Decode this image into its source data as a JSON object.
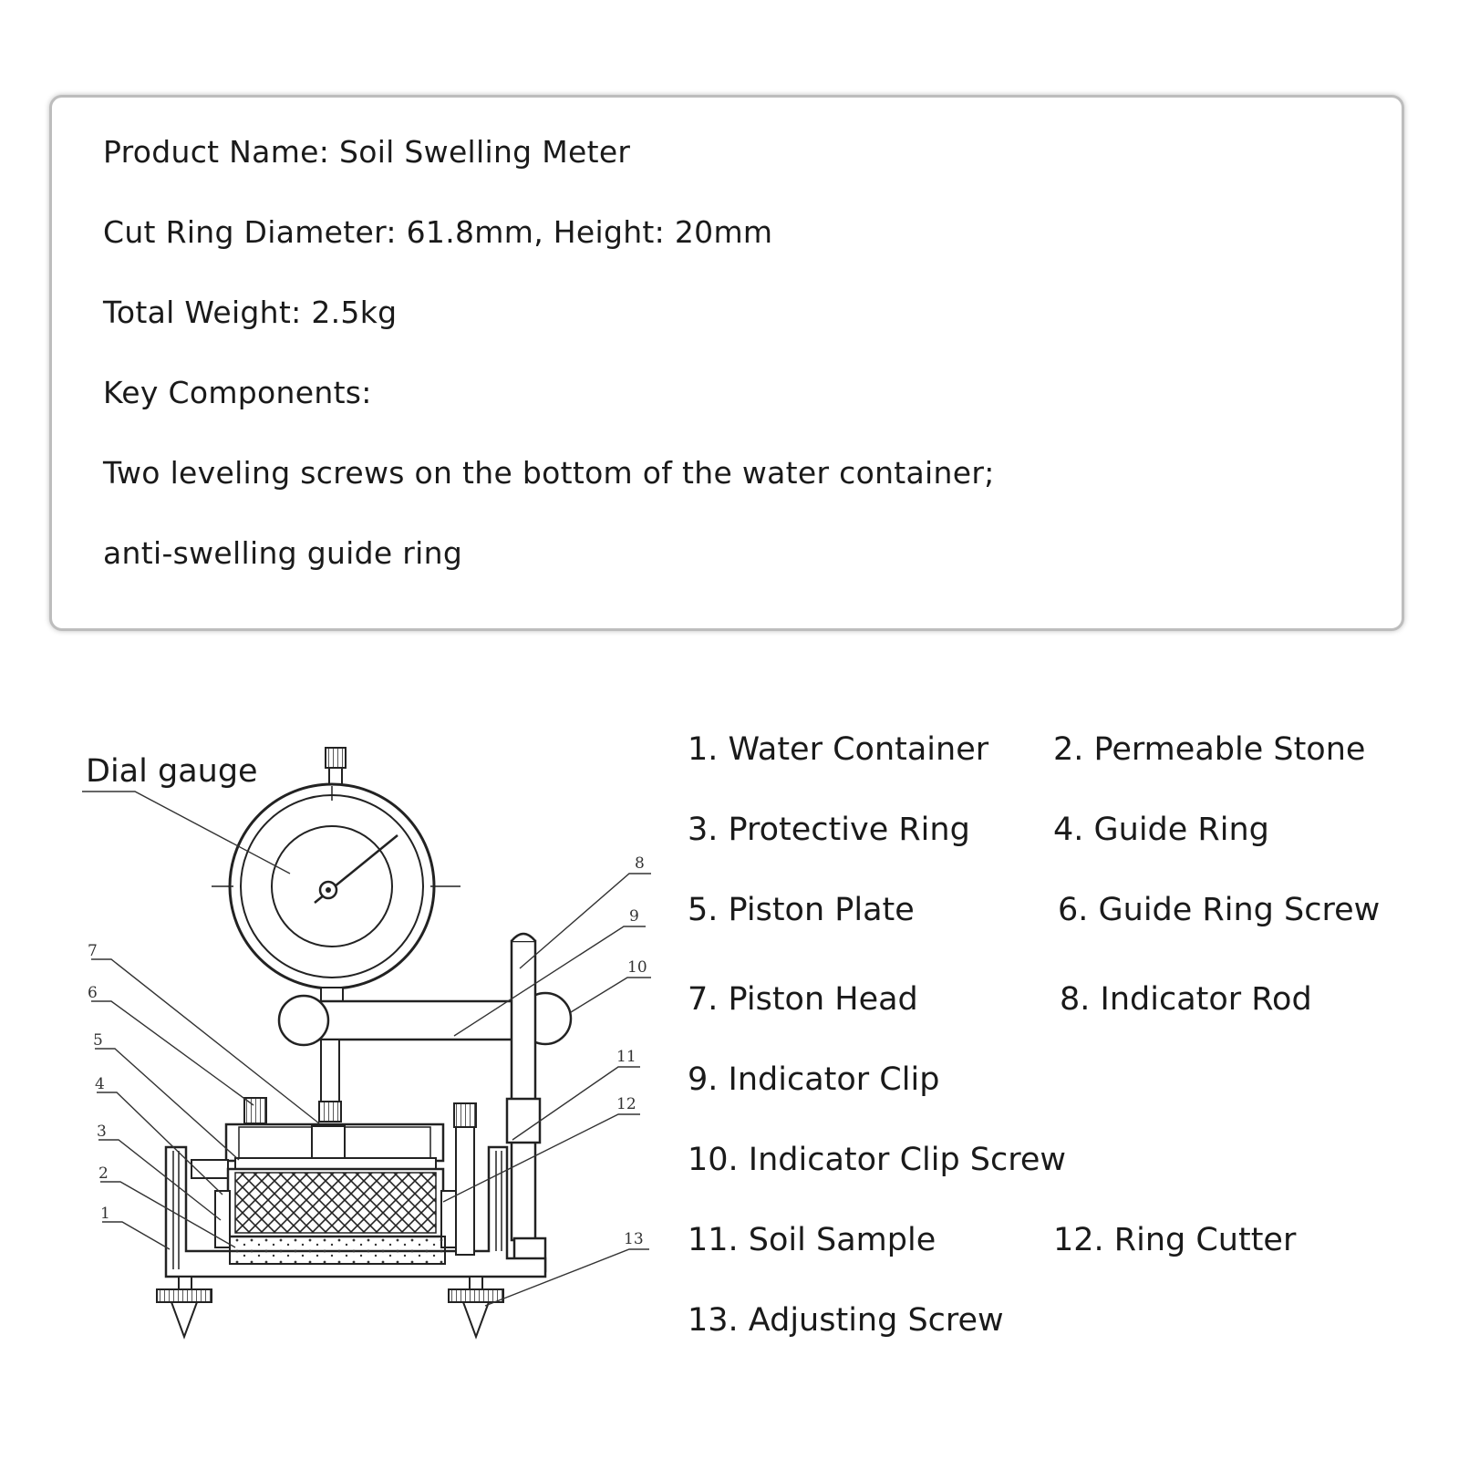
{
  "specs": {
    "product_name": "Product Name: Soil Swelling Meter",
    "cut_ring": "Cut Ring Diameter: 61.8mm, Height: 20mm",
    "total_weight": "Total Weight: 2.5kg",
    "key_components": "Key Components:",
    "components_line1": "Two leveling screws on the bottom of the water container;",
    "components_line2": "anti-swelling guide ring"
  },
  "diagram": {
    "dial_label": "Dial gauge",
    "callout_numbers": [
      "1",
      "2",
      "3",
      "4",
      "5",
      "6",
      "7",
      "8",
      "9",
      "10",
      "11",
      "12",
      "13"
    ]
  },
  "legend": [
    "1. Water Container",
    "2. Permeable Stone",
    "3. Protective Ring",
    "4. Guide Ring",
    "5. Piston Plate",
    "6. Guide Ring Screw",
    "7. Piston Head",
    "8. Indicator Rod",
    "9. Indicator Clip",
    "10. Indicator Clip Screw",
    "11. Soil Sample",
    "12. Ring Cutter",
    "13. Adjusting Screw"
  ]
}
